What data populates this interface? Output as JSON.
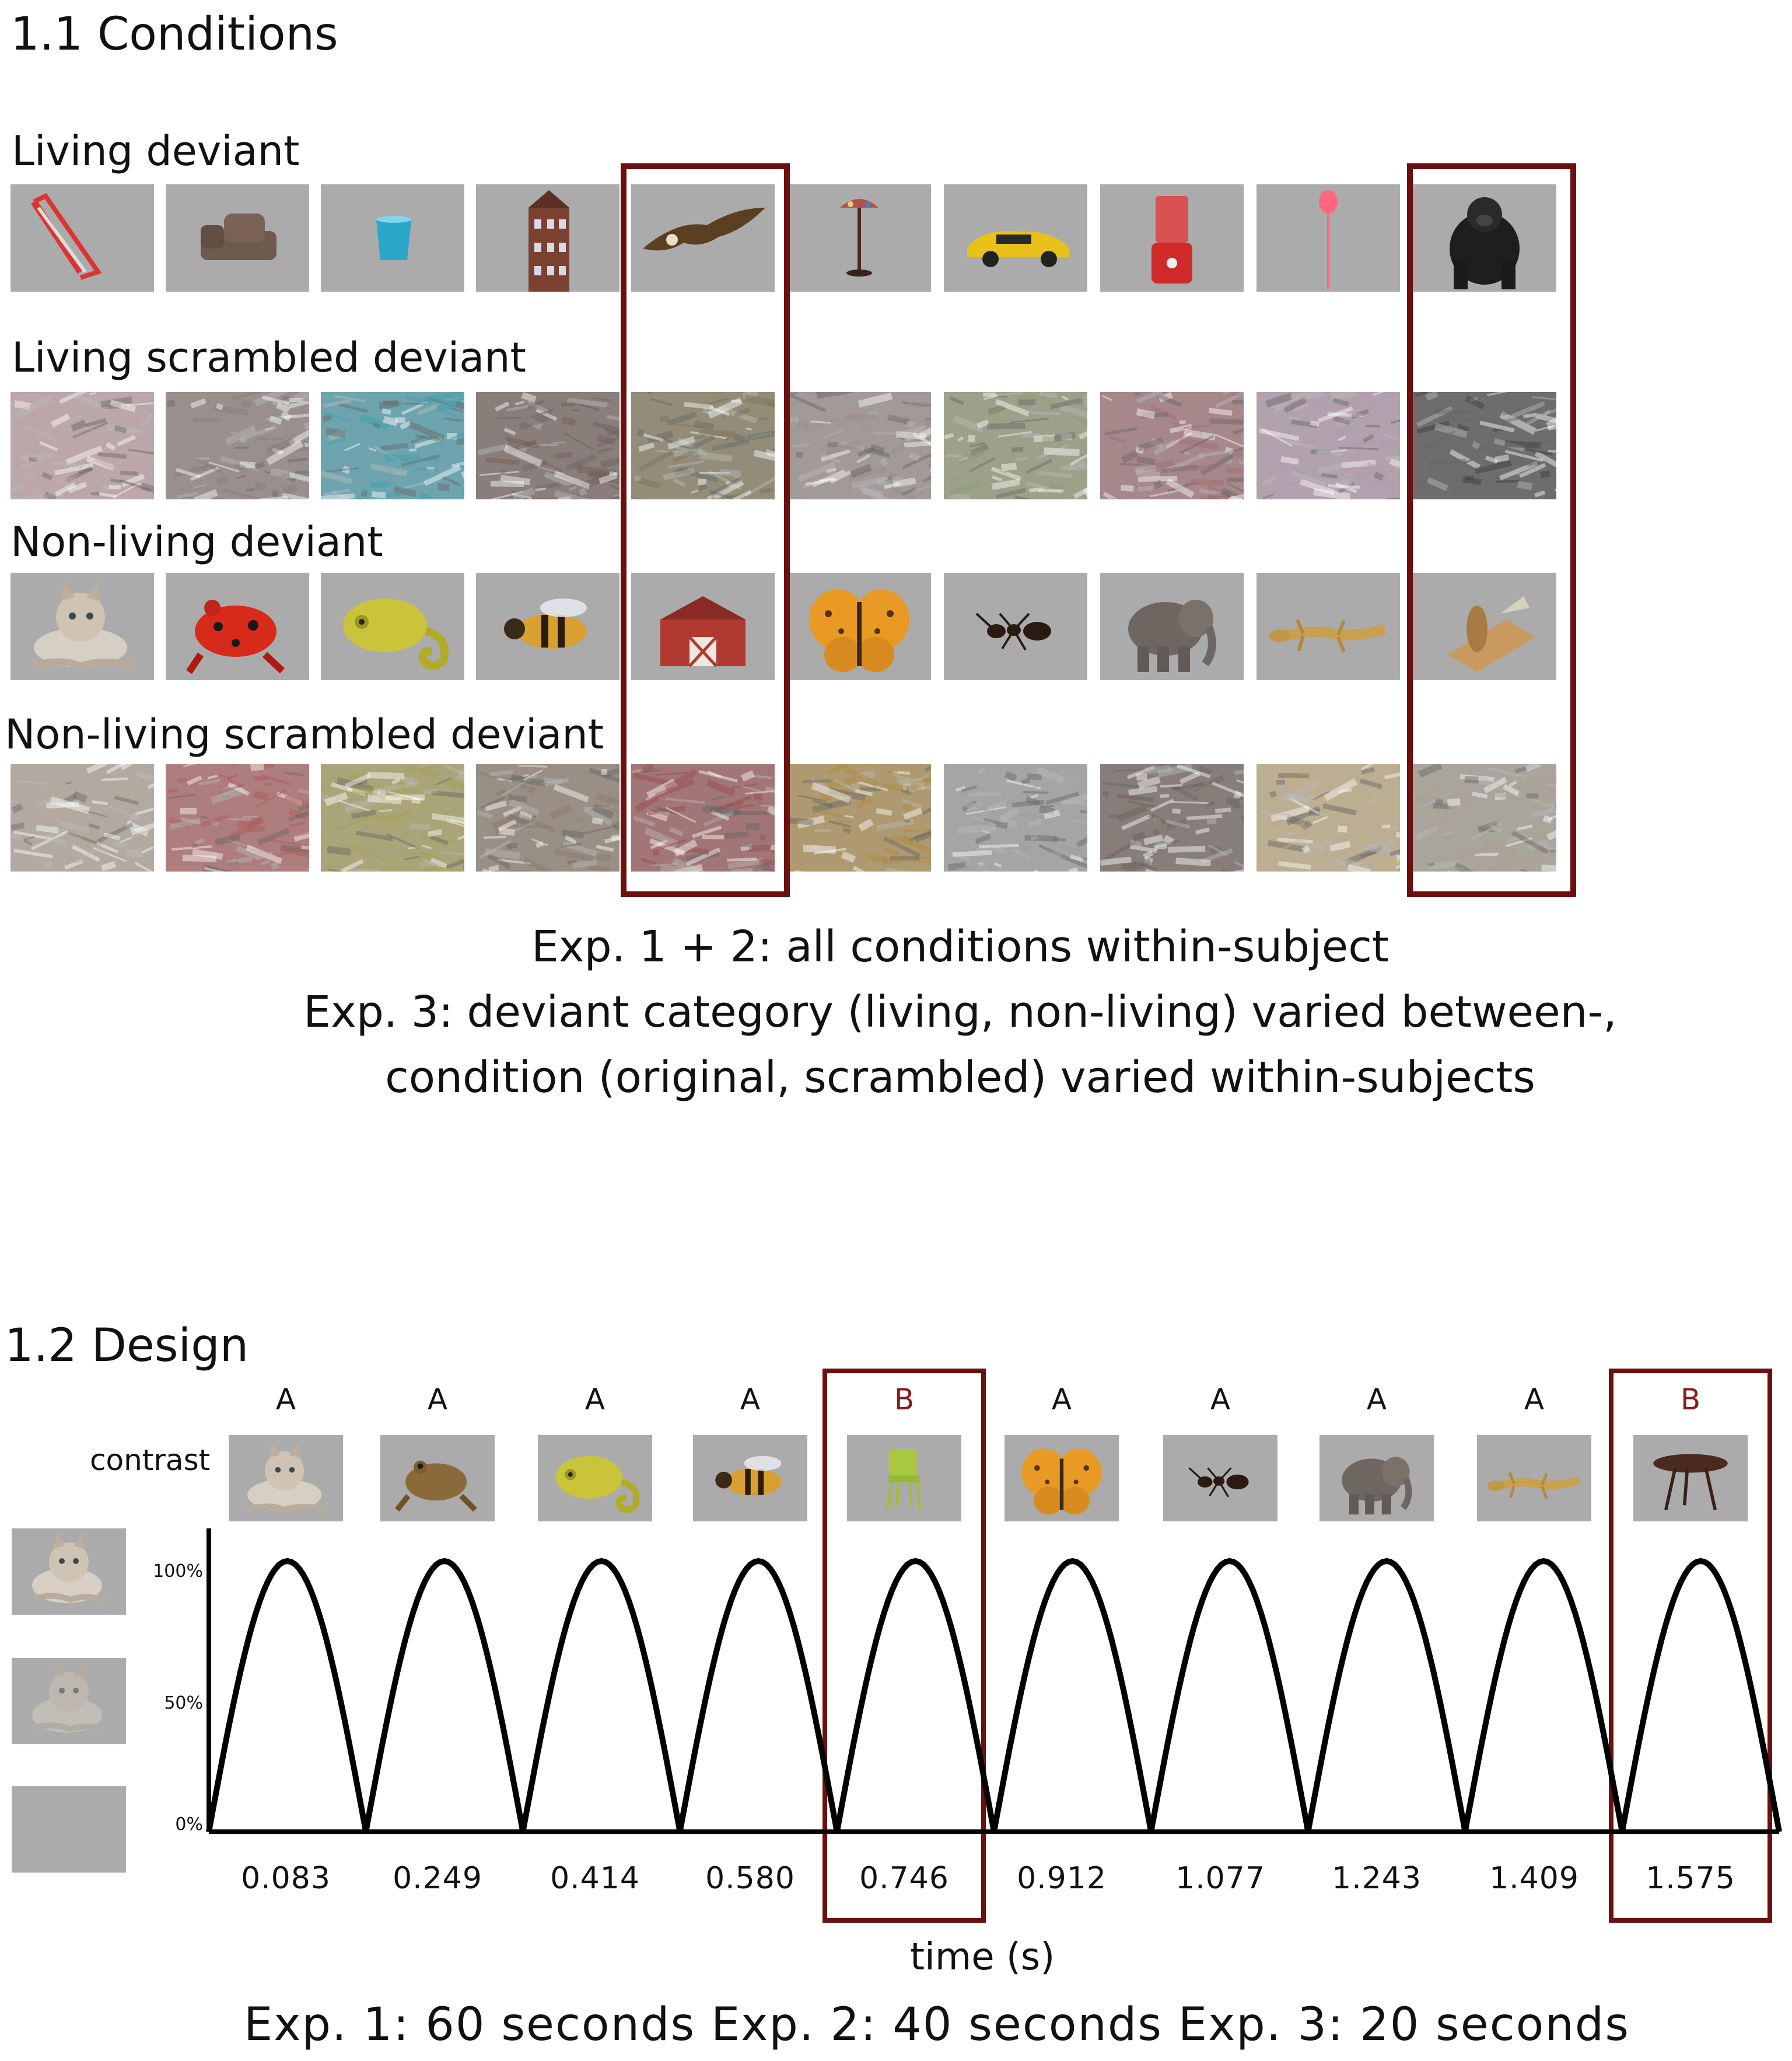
{
  "conditions": {
    "title": "1.1 Conditions",
    "rows": [
      {
        "label": "Living deviant",
        "kind": "objects",
        "items": [
          "saw-icon",
          "armchair-icon",
          "cup-icon",
          "tower-icon",
          "eagle-icon",
          "lamp-icon",
          "car-icon",
          "blender-icon",
          "balloon-icon",
          "gorilla-icon"
        ]
      },
      {
        "label": "Living scrambled deviant",
        "kind": "scrambled",
        "colors": [
          "#c9a3a8",
          "#8a7a74",
          "#3a9fb0",
          "#6e5a52",
          "#7d7250",
          "#9a8c88",
          "#8f9a70",
          "#a26a70",
          "#b79ab0",
          "#3a3a3a"
        ]
      },
      {
        "label": "Non-living deviant",
        "kind": "objects",
        "items": [
          "kitten-icon",
          "red-frog-icon",
          "chameleon-icon",
          "bee-icon",
          "barn-icon",
          "butterfly-icon",
          "ant-icon",
          "elephant-icon",
          "lizard-icon",
          "wood-plane-icon"
        ]
      },
      {
        "label": "Non-living scrambled deviant",
        "kind": "scrambled",
        "colors": [
          "#b8a898",
          "#b05858",
          "#a8a050",
          "#8a7866",
          "#9a4a4a",
          "#b08a40",
          "#a0a0a0",
          "#6a5a52",
          "#c8b080",
          "#a8a090"
        ]
      }
    ],
    "captions": [
      "Exp. 1 + 2: all conditions within-subject",
      "Exp. 3: deviant category (living, non-living) varied between-,",
      "condition (original, scrambled) varied within-subjects"
    ]
  },
  "design": {
    "title": "1.2 Design",
    "contrast_label": "contrast",
    "sequence": [
      {
        "letter": "A",
        "deviant": false,
        "icon": "kitten-icon",
        "time": "0.083"
      },
      {
        "letter": "A",
        "deviant": false,
        "icon": "frog-icon",
        "time": "0.249"
      },
      {
        "letter": "A",
        "deviant": false,
        "icon": "chameleon-icon",
        "time": "0.414"
      },
      {
        "letter": "A",
        "deviant": false,
        "icon": "bee-icon",
        "time": "0.580"
      },
      {
        "letter": "B",
        "deviant": true,
        "icon": "chair-icon",
        "time": "0.746"
      },
      {
        "letter": "A",
        "deviant": false,
        "icon": "butterfly-icon",
        "time": "0.912"
      },
      {
        "letter": "A",
        "deviant": false,
        "icon": "ant-icon",
        "time": "1.077"
      },
      {
        "letter": "A",
        "deviant": false,
        "icon": "elephant-icon",
        "time": "1.243"
      },
      {
        "letter": "A",
        "deviant": false,
        "icon": "lizard-icon",
        "time": "1.409"
      },
      {
        "letter": "B",
        "deviant": true,
        "icon": "table-icon",
        "time": "1.575"
      }
    ],
    "contrast_levels": [
      "100%",
      "50%",
      "0%"
    ],
    "xlabel": "time (s)",
    "durations": "Exp. 1: 60 seconds Exp. 2: 40 seconds Exp. 3: 20 seconds",
    "highlight_color": "#6b0f0f",
    "deviant_color": "#8b1a1a"
  }
}
